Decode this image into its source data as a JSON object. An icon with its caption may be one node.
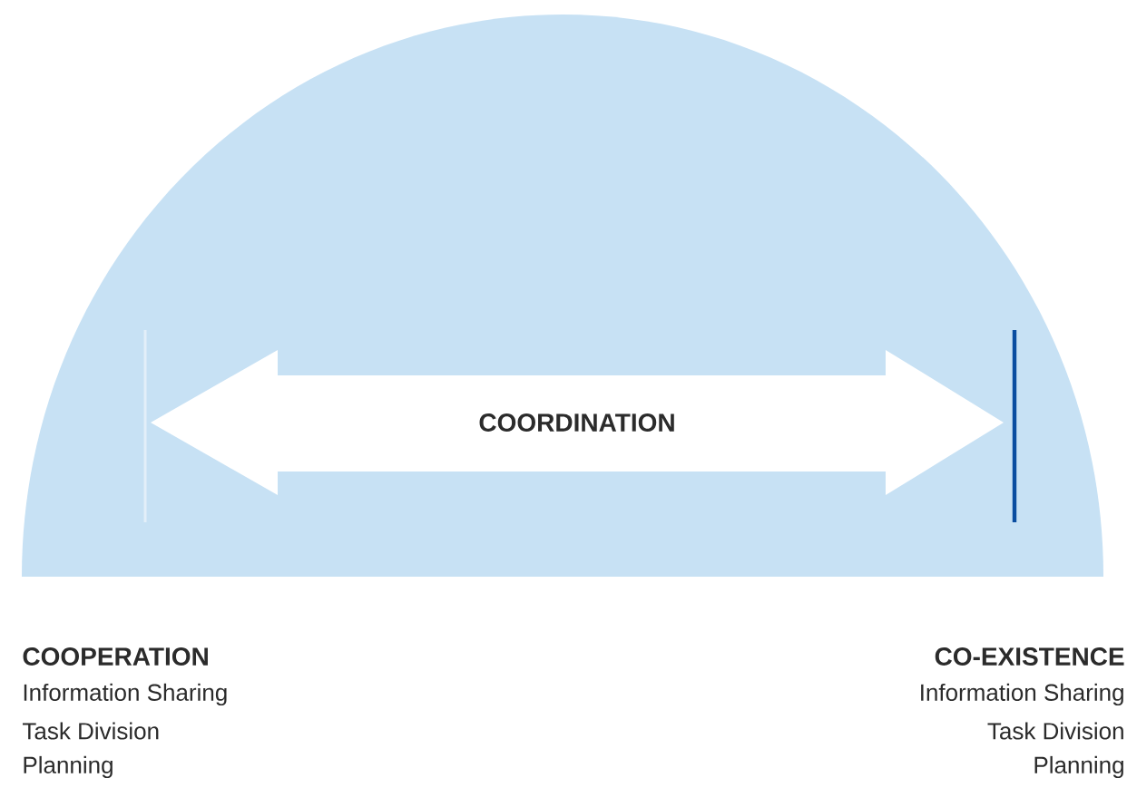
{
  "diagram": {
    "nodes": [
      {
        "text": [
          "COORDINATION"
        ]
      }
    ],
    "labels": [
      "COOPERATION",
      "Information Sharing",
      "Task Division",
      "Planning",
      "CO-EXISTENCE",
      "Information Sharing",
      "Task Division",
      "Planning"
    ]
  }
}
